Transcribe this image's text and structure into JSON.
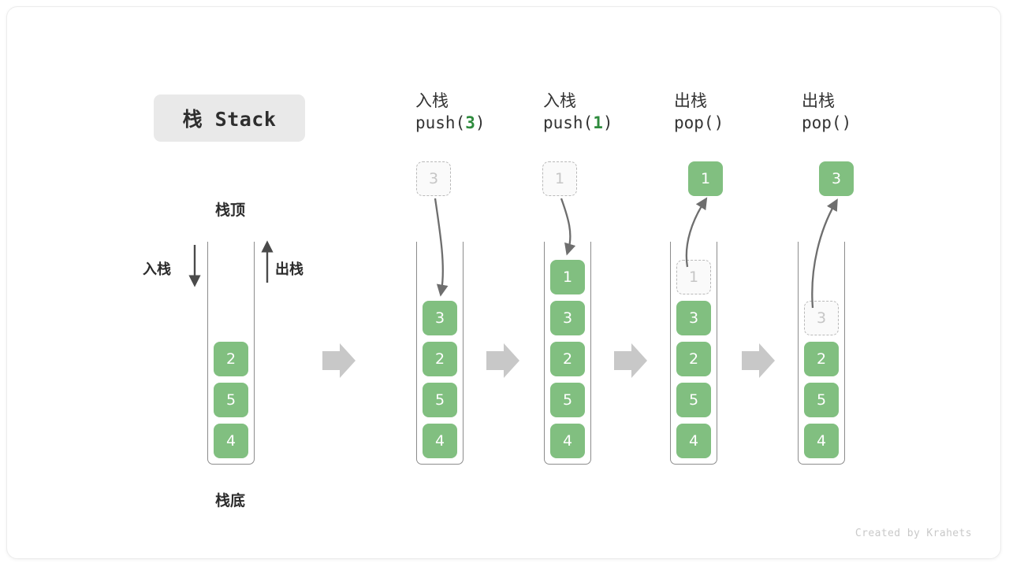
{
  "title": {
    "text": "栈 Stack"
  },
  "labels": {
    "top": "栈顶",
    "bottom": "栈底",
    "push_side": "入栈",
    "pop_side": "出栈"
  },
  "columns": [
    {
      "id": "initial",
      "header_cn": "",
      "header_code": "",
      "floating": null,
      "cells": [
        "2",
        "5",
        "4"
      ]
    },
    {
      "id": "push-3",
      "header_cn": "入栈",
      "header_code_prefix": "push(",
      "header_code_num": "3",
      "header_code_suffix": ")",
      "floating": {
        "value": "3",
        "style": "ghost"
      },
      "cells": [
        "3",
        "2",
        "5",
        "4"
      ]
    },
    {
      "id": "push-1",
      "header_cn": "入栈",
      "header_code_prefix": "push(",
      "header_code_num": "1",
      "header_code_suffix": ")",
      "floating": {
        "value": "1",
        "style": "ghost"
      },
      "cells": [
        "1",
        "3",
        "2",
        "5",
        "4"
      ]
    },
    {
      "id": "pop-1",
      "header_cn": "出栈",
      "header_code_prefix": "pop(",
      "header_code_num": "",
      "header_code_suffix": ")",
      "floating": {
        "value": "1",
        "style": "solid"
      },
      "cells": [
        "1",
        "3",
        "2",
        "5",
        "4"
      ],
      "ghost_top": "1"
    },
    {
      "id": "pop-3",
      "header_cn": "出栈",
      "header_code_prefix": "pop(",
      "header_code_num": "",
      "header_code_suffix": ")",
      "floating": {
        "value": "3",
        "style": "solid"
      },
      "cells": [
        "3",
        "2",
        "5",
        "4"
      ],
      "ghost_top": "3"
    }
  ],
  "credit": "Created by Krahets",
  "colors": {
    "cell_green": "#81bf80",
    "accent_green_text": "#2e8b3d",
    "ghost_border": "#b9b9b9",
    "arrow_gray": "#c8c8c8",
    "curve_gray": "#6e6e6e",
    "badge_bg": "#e9e9e9"
  }
}
